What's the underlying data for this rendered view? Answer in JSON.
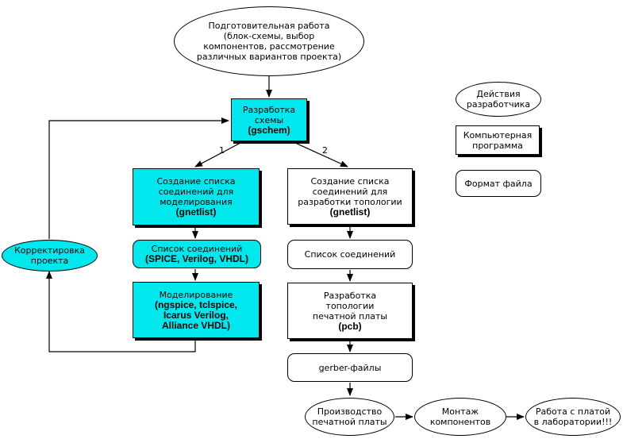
{
  "nodes": {
    "prep": [
      "Подготовительная работа",
      "(блок-схемы, выбор",
      "компонентов, рассмотрение",
      "различных вариантов проекта)"
    ],
    "scheme": {
      "lines": [
        "Разработка",
        "схемы"
      ],
      "tool": "(gschem)"
    },
    "netlist_sim": {
      "lines": [
        "Создание списка",
        "соединений для",
        "моделирования"
      ],
      "tool": "(gnetlist)"
    },
    "netlist_topo": {
      "lines": [
        "Создание списка",
        "соединений для",
        "разработки топологии"
      ],
      "tool": "(gnetlist)"
    },
    "netlist_formats": {
      "lines": [
        "Список соединений"
      ],
      "tool": "(SPICE, Verilog, VHDL)"
    },
    "netlist_file": "Список соединений",
    "simulation": {
      "lines": [
        "Моделирование"
      ],
      "tools": [
        "(ngspice, tclspice,",
        "Icarus Verilog,",
        "Alliance VHDL)"
      ]
    },
    "pcb_layout": {
      "lines": [
        "Разработка",
        "топологии",
        "печатной платы"
      ],
      "tool": "(pcb)"
    },
    "gerber": "gerber-файлы",
    "correction": [
      "Корректировка",
      "проекта"
    ],
    "manufacturing": [
      "Производство",
      "печатной платы"
    ],
    "assembly": [
      "Монтаж",
      "компонентов"
    ],
    "lab": [
      "Работа с платой",
      "в лаборатории!!!"
    ]
  },
  "edge_labels": {
    "branch_1": "1",
    "branch_2": "2"
  },
  "legend": {
    "actions": [
      "Действия",
      "разработчика"
    ],
    "program": [
      "Компьютерная",
      "программа"
    ],
    "file_format": "Формат файла"
  },
  "colors": {
    "program_fill": "#00e8ee",
    "line": "#000000",
    "background": "#ffffff"
  }
}
